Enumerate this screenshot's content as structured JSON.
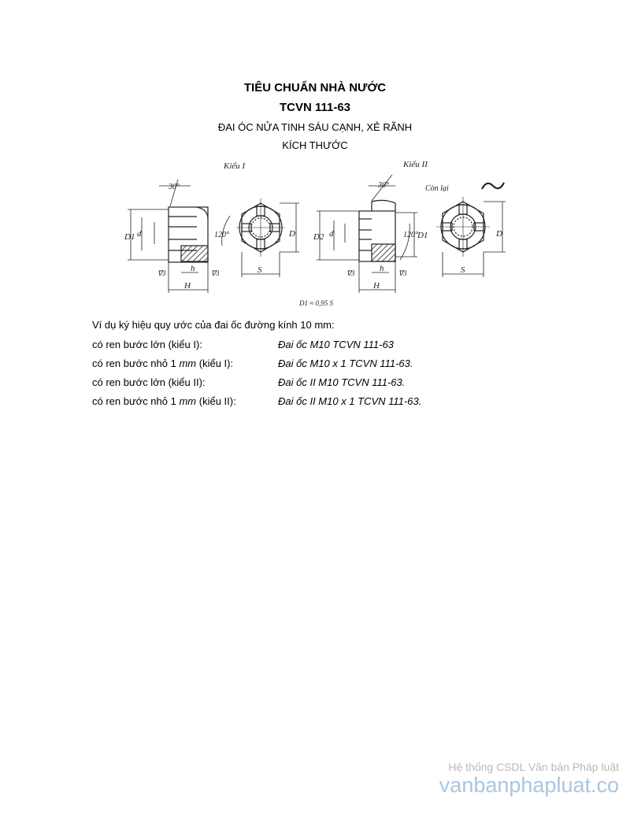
{
  "header": {
    "title": "TIÊU CHUẨN NHÀ NƯỚC",
    "code": "TCVN 111-63",
    "subtitle": "ĐAI ÓC NỬA TINH SÁU CẠNH, XẺ RÃNH",
    "section": "KÍCH THƯỚC"
  },
  "figure": {
    "type1_label": "Kiểu I",
    "type2_label": "Kiểu II",
    "remaining_label": "Còn lại",
    "angle_30": "30°",
    "angle_120": "120°",
    "dim_D": "D",
    "dim_D1": "D1",
    "dim_D2": "D2",
    "dim_d": "d",
    "dim_S": "S",
    "dim_H": "H",
    "dim_h": "h",
    "surface_mark": "∇3",
    "formula": "D1 ≈ 0,95 S"
  },
  "examples": {
    "intro": "Ví dụ ký hiệu quy ước của đai ốc đường kính 10 mm:",
    "rows": [
      {
        "label_pre": "có ren bước lớn (kiểu I):",
        "label_unit": "",
        "label_post": "",
        "value": "Đai ốc M10 TCVN 111-63"
      },
      {
        "label_pre": "có ren bước nhỏ 1 ",
        "label_unit": "mm",
        "label_post": " (kiểu I):",
        "value": "Đai ốc M10 x 1 TCVN 111-63."
      },
      {
        "label_pre": "có ren bước lớn (kiểu II):",
        "label_unit": "",
        "label_post": "",
        "value": "Đai ốc II M10 TCVN 111-63."
      },
      {
        "label_pre": "có ren bước nhỏ 1 ",
        "label_unit": "mm",
        "label_post": " (kiểu II):",
        "value": "Đai ốc II M10 x 1 TCVN 111-63."
      }
    ]
  },
  "watermark": {
    "line1": "Hệ thống CSDL  Văn bản Pháp luật",
    "line2": "vanbanphapluat.co"
  }
}
